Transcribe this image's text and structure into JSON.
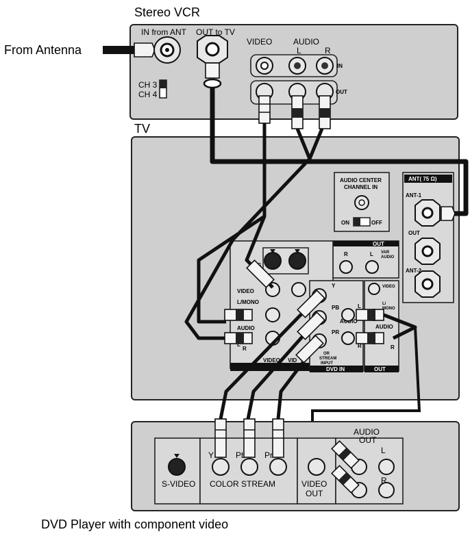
{
  "labels": {
    "stereo_vcr": "Stereo VCR",
    "from_antenna": "From Antenna",
    "in_from_ant": "IN from ANT",
    "out_to_tv": "OUT to TV",
    "vcr_video": "VIDEO",
    "vcr_audio": "AUDIO",
    "vcr_l": "L",
    "vcr_r": "R",
    "vcr_in": "IN",
    "vcr_out": "OUT",
    "ch3": "CH 3",
    "ch4": "CH 4",
    "tv": "TV",
    "audio_center_1": "AUDIO CENTER",
    "audio_center_2": "CHANNEL IN",
    "on": "ON",
    "off": "OFF",
    "ant_75": "ANT( 75 Ω)",
    "ant1": "ANT-1",
    "ant_out": "OUT",
    "ant2": "ANT-2",
    "tv_out": "OUT",
    "var_audio_1": "VAR",
    "var_audio_2": "AUDIO",
    "tv_r": "R",
    "tv_l": "L",
    "s_label": "S",
    "tv_video": "VIDEO",
    "tv_lmono": "L/MONO",
    "tv_audio": "AUDIO",
    "tv_l2": "L",
    "tv_r2": "R",
    "video_bar": "VIDEO",
    "vid_bar2": "VID",
    "y": "Y",
    "pb": "PB",
    "pr": "PR",
    "dvd_l": "L",
    "dvd_audio": "AUDIO",
    "dvd_r": "R",
    "color_stream_1": "OR",
    "color_stream_2": "STREAM",
    "color_stream_3": "INPUT",
    "dvd_in": "DVD IN",
    "out_video": "VIDEO",
    "out_lmono_1": "L/",
    "out_lmono_2": "MONO",
    "out_audio": "AUDIO",
    "out_r": "R",
    "out_bar": "OUT",
    "dvd_player": "DVD Player with component video",
    "dvd_y": "Y",
    "dvd_pb": "Pb",
    "dvd_pr": "Pr",
    "s_video": "S-VIDEO",
    "color_stream": "COLOR STREAM",
    "video_out_1": "VIDEO",
    "video_out_2": "OUT",
    "audio_out_1": "AUDIO",
    "audio_out_2": "OUT",
    "dvd_audio_l": "L",
    "dvd_audio_r": "R"
  },
  "colors": {
    "panel": "#cfcfcf",
    "cable": "#111111",
    "background": "#ffffff"
  }
}
